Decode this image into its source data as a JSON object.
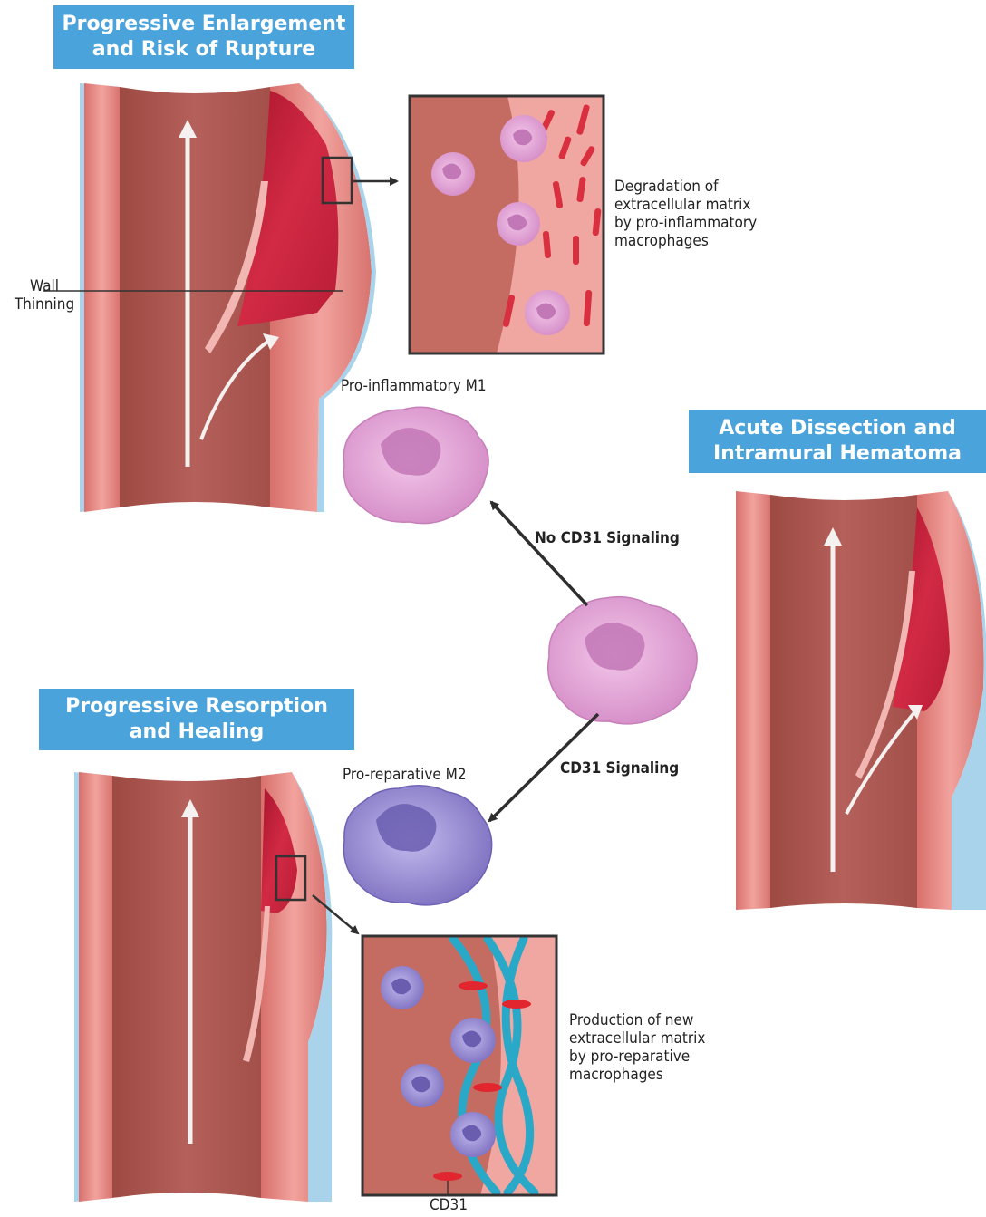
{
  "panels": {
    "enlargement": {
      "title_line1": "Progressive Enlargement",
      "title_line2": "and Risk of Rupture",
      "wall_label_line1": "Wall",
      "wall_label_line2": "Thinning"
    },
    "dissection": {
      "title_line1": "Acute Dissection and",
      "title_line2": "Intramural Hematoma"
    },
    "resorption": {
      "title_line1": "Progressive Resorption",
      "title_line2": "and Healing"
    }
  },
  "macrophages": {
    "m1_label": "Pro-inflammatory M1",
    "m2_label": "Pro-reparative M2",
    "no_signal_label": "No CD31 Signaling",
    "signal_label": "CD31 Signaling"
  },
  "insets": {
    "degradation": {
      "line1": "Degradation of",
      "line2": "extracellular matrix",
      "line3": "by pro-inflammatory",
      "line4": "macrophages"
    },
    "production": {
      "line1": "Production of new",
      "line2": "extracellular matrix",
      "line3": "by pro-reparative",
      "line4": "macrophages",
      "cd31_label": "CD31"
    }
  },
  "colors": {
    "banner": "#4ba3dc",
    "lumen": "#b05a52",
    "wall": "#e48a86",
    "hematoma": "#c8213a",
    "m1": "#e3a6d6",
    "m2": "#9a8ed0",
    "fiber": "#27a9c8"
  }
}
